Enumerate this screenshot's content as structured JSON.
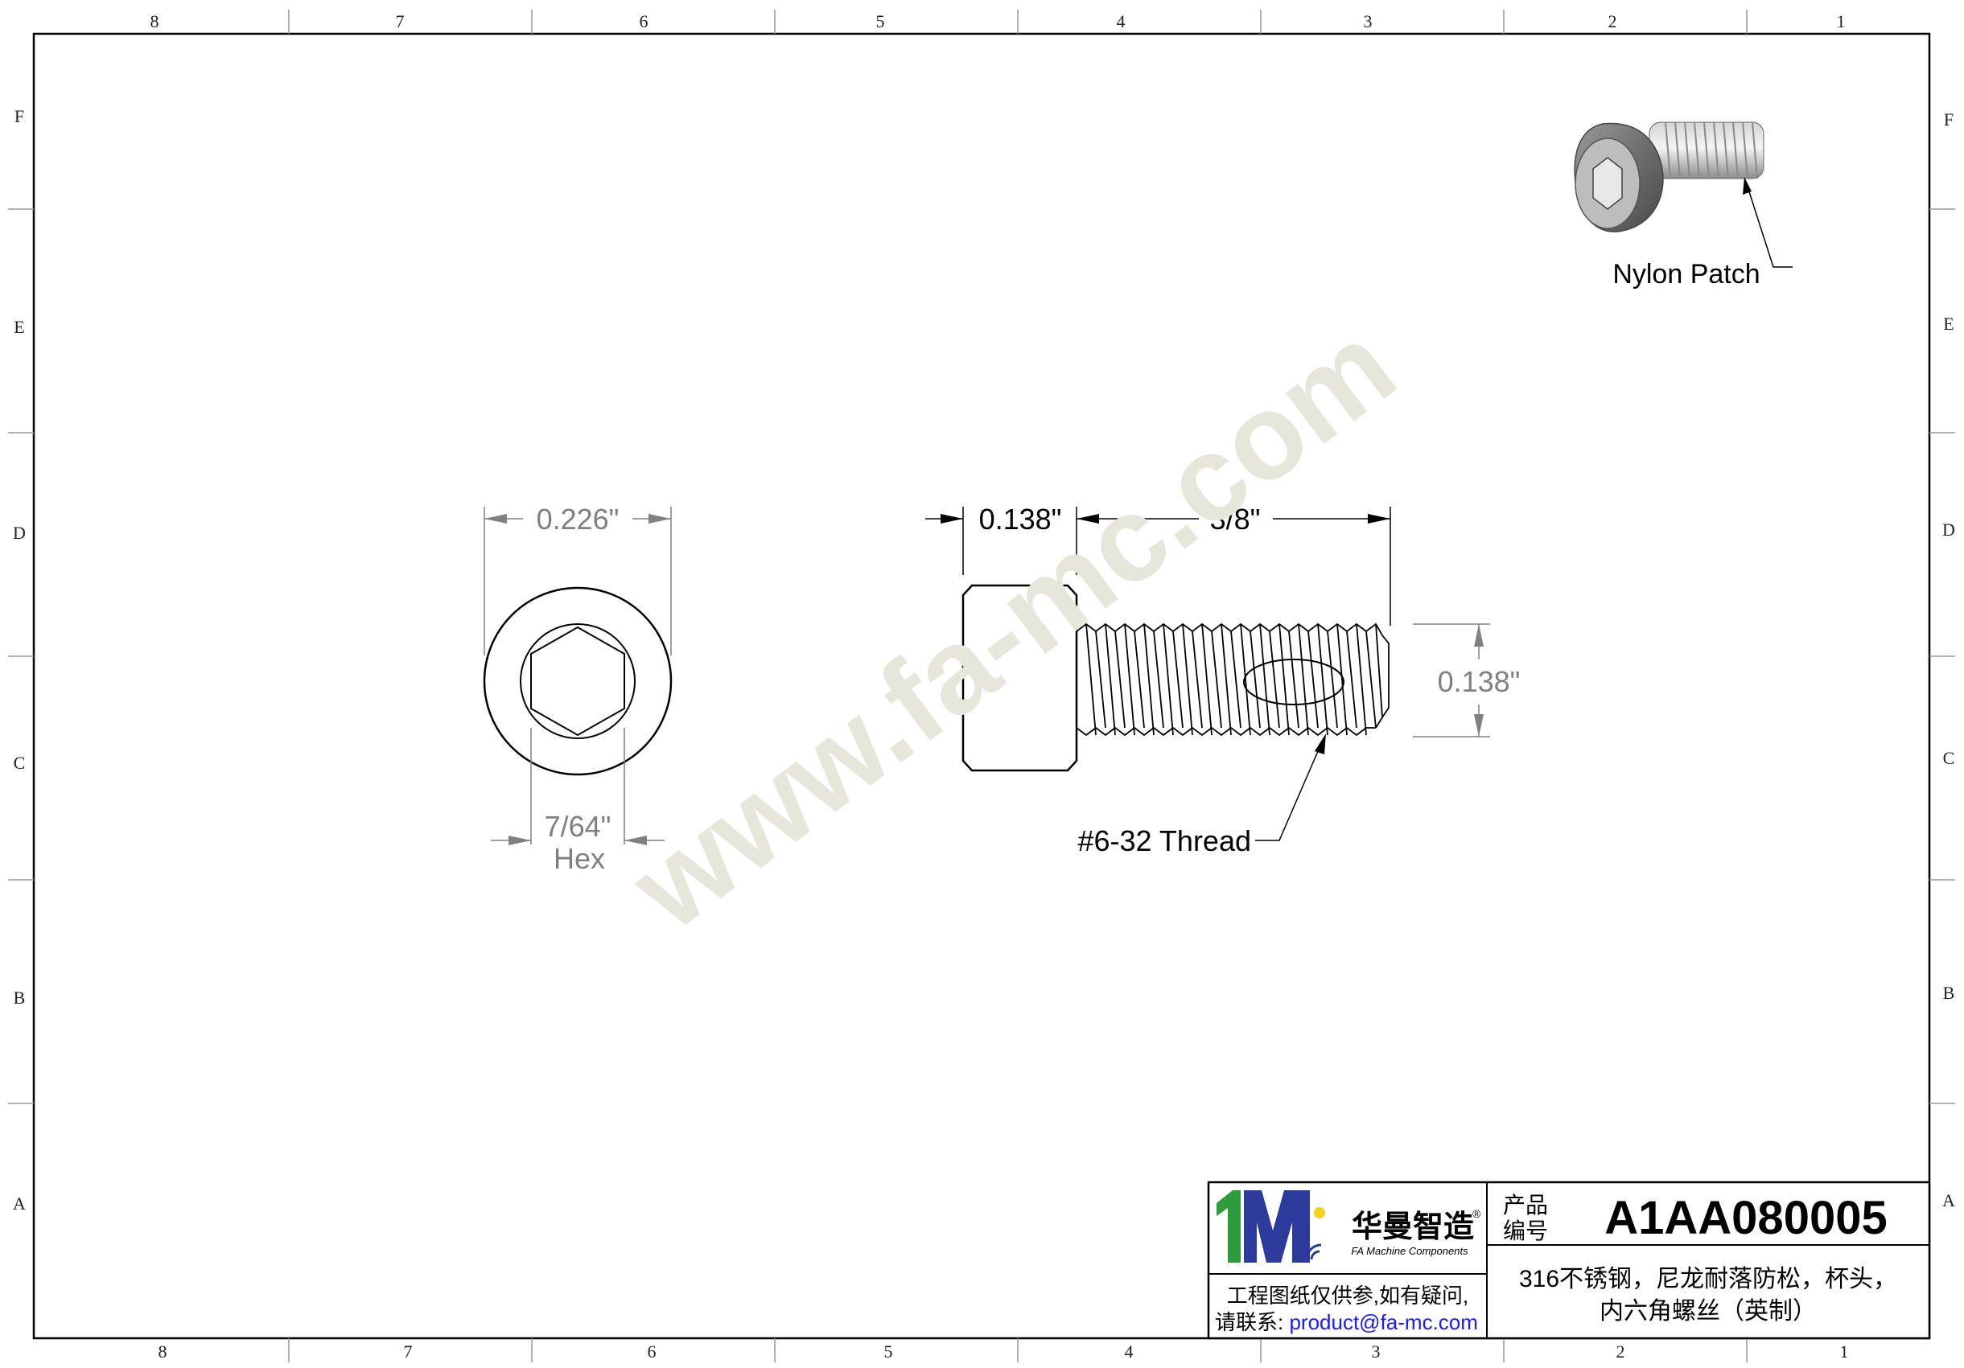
{
  "zones": {
    "columns": [
      "8",
      "7",
      "6",
      "5",
      "4",
      "3",
      "2",
      "1"
    ],
    "rows": [
      "F",
      "E",
      "D",
      "C",
      "B",
      "A"
    ]
  },
  "watermark": "www.fa-mc.com",
  "front_view": {
    "head_diameter": "0.226\"",
    "hex_size": "7/64\"",
    "hex_label": "Hex"
  },
  "side_view": {
    "head_height": "0.138\"",
    "thread_length": "3/8\"",
    "thread_diameter": "0.138\"",
    "thread_callout": "#6-32 Thread"
  },
  "iso_view": {
    "patch_label": "Nylon Patch"
  },
  "title_block": {
    "logo_brand": "华曼智造",
    "logo_sub": "FA Machine Components",
    "logo_reg": "®",
    "code_label_line1": "产品",
    "code_label_line2": "编号",
    "part_number": "A1AA080005",
    "note_line1": "工程图纸仅供参,如有疑问,",
    "note_line2_prefix": "请联系: ",
    "contact_email": "product@fa-mc.com",
    "description_line1": "316不锈钢，尼龙耐落防松，杯头，",
    "description_line2": "内六角螺丝（英制）"
  },
  "colors": {
    "watermark": "#e6e6da",
    "email": "#1a1aff",
    "logo_green": "#2c9c3c",
    "logo_blue": "#2b3a9b",
    "logo_yellow": "#f2d21b"
  }
}
